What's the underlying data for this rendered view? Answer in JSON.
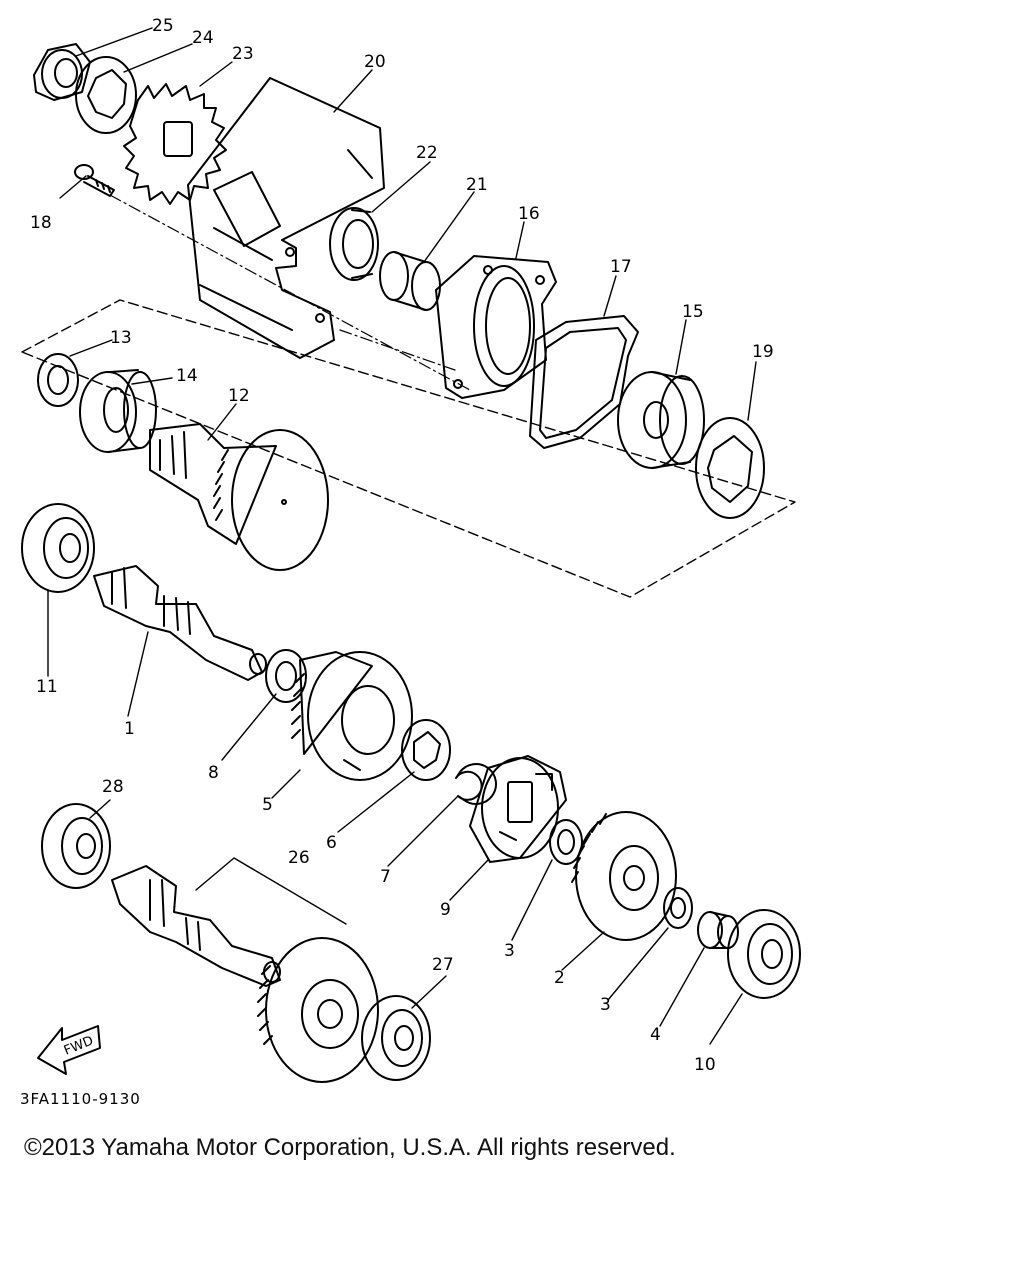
{
  "diagram": {
    "labels": {
      "p1": "1",
      "p2": "2",
      "p3a": "3",
      "p3b": "3",
      "p4": "4",
      "p5": "5",
      "p6": "6",
      "p7": "7",
      "p8": "8",
      "p9": "9",
      "p10": "10",
      "p11": "11",
      "p12": "12",
      "p13": "13",
      "p14": "14",
      "p15": "15",
      "p16": "16",
      "p17": "17",
      "p18": "18",
      "p19": "19",
      "p20": "20",
      "p21": "21",
      "p22": "22",
      "p23": "23",
      "p24": "24",
      "p25": "25",
      "p26": "26",
      "p27": "27",
      "p28": "28"
    },
    "fwd_label": "FWD",
    "drawing_code": "3FA1110-9130"
  },
  "footer": {
    "copyright": "©2013 Yamaha Motor Corporation, U.S.A. All rights reserved."
  }
}
